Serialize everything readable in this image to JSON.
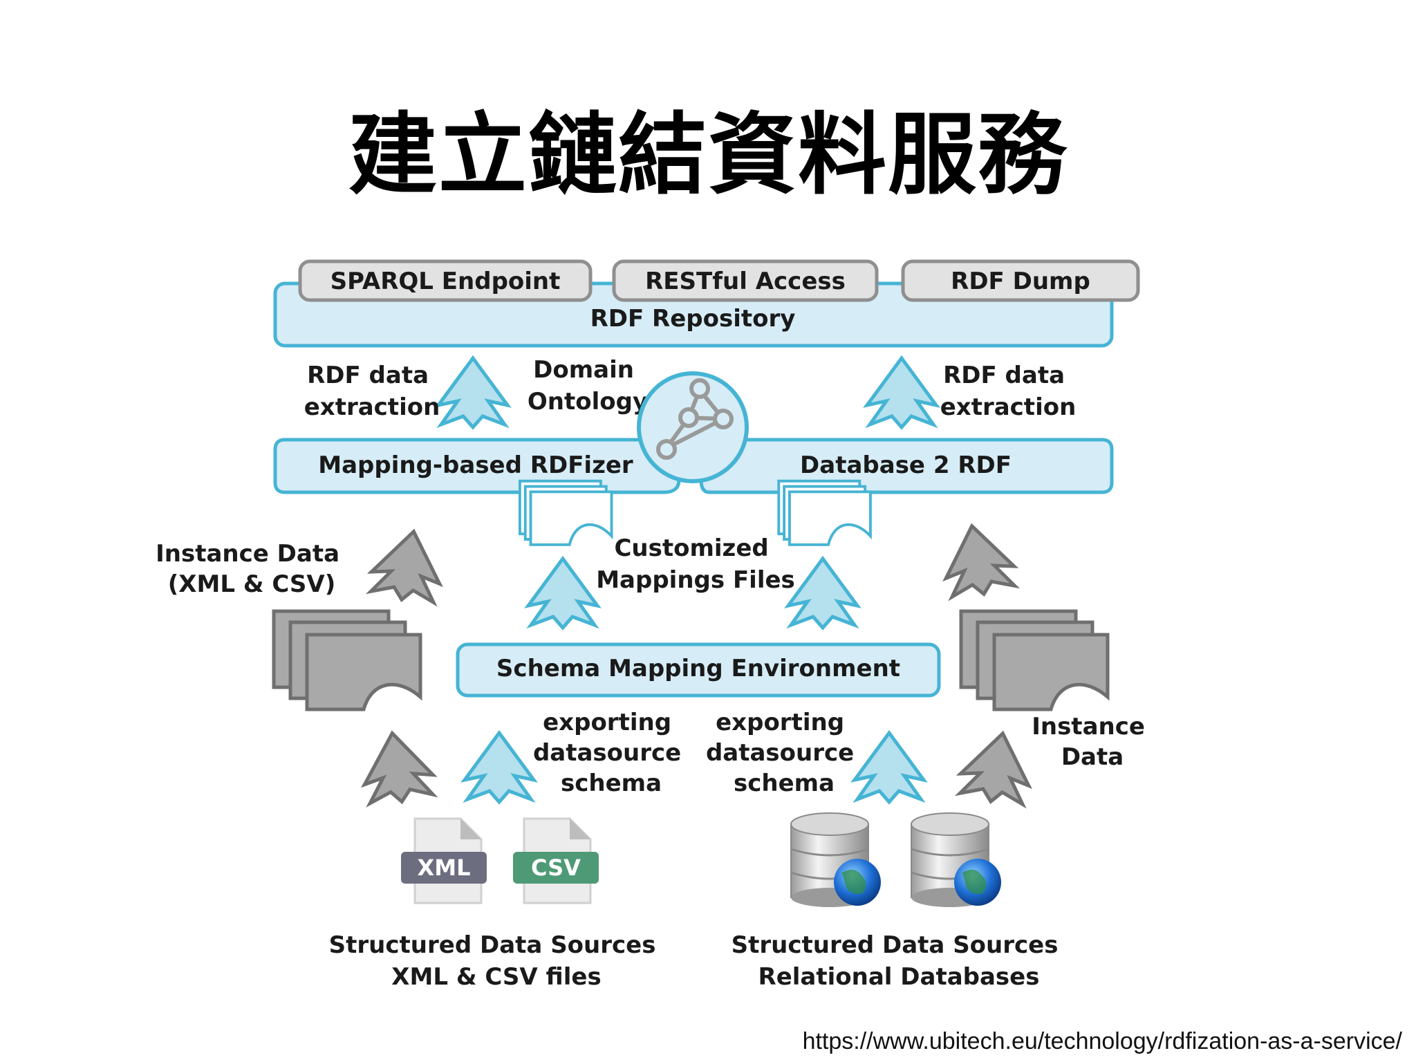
{
  "slide": {
    "title": "建立鏈結資料服務",
    "source_url": "https://www.ubitech.eu/technology/rdfization-as-a-service/"
  },
  "colors": {
    "layer_fill": "#d6ecf6",
    "layer_stroke": "#46b4d4",
    "access_fill": "#e2e2e2",
    "access_stroke": "#8f8f8f",
    "gray_arrow": "#a6a6a6",
    "blue_arrow": "#b5e0ee",
    "globe": "#1f6fd6"
  },
  "diagram": {
    "access_points": [
      "SPARQL Endpoint",
      "RESTful Access",
      "RDF Dump"
    ],
    "repository": "RDF Repository",
    "rdf_extraction_left": [
      "RDF data",
      "extraction"
    ],
    "rdf_extraction_right": [
      "RDF data",
      "extraction"
    ],
    "domain_ontology": [
      "Domain",
      "Ontology"
    ],
    "rdfizer": "Mapping-based RDFizer",
    "db2rdf": "Database 2 RDF",
    "customized_mappings": [
      "Customized",
      "Mappings Files"
    ],
    "instance_data_left": [
      "Instance Data",
      "(XML & CSV)"
    ],
    "instance_data_right": [
      "Instance",
      "Data"
    ],
    "schema_env": "Schema Mapping Environment",
    "exporting_left": [
      "exporting",
      "datasource",
      "schema"
    ],
    "exporting_right": [
      "exporting",
      "datasource",
      "schema"
    ],
    "file_badges": [
      "XML",
      "CSV"
    ],
    "sources_left": [
      "Structured Data Sources",
      "XML & CSV files"
    ],
    "sources_right": [
      "Structured Data Sources",
      "Relational Databases"
    ]
  }
}
